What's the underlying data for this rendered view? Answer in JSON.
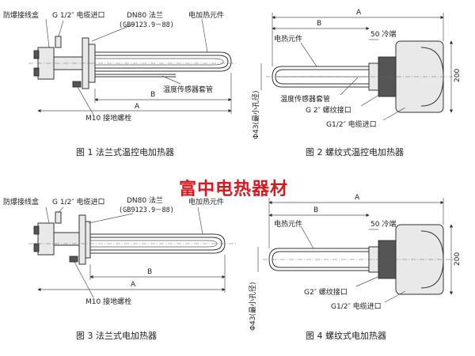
{
  "fig1": {
    "caption": "图 1  法兰式温控电加热器",
    "junction_box": "防爆接线盒",
    "cable_inlet": "G 1/2″ 电缆进口",
    "flange": "DN80 法兰",
    "flange_std": "(GB9123.9－88)",
    "element": "电加热元件",
    "sensor": "温度传感器套管",
    "ground": "M10 接地螺栓",
    "dim_a": "A",
    "dim_b": "B"
  },
  "fig2": {
    "caption": "图 2  螺纹式温控电加热器",
    "element": "电热元件",
    "cold_end": "50 冷端",
    "sensor": "温度传感器套管",
    "thread": "G 2″ 螺纹接口",
    "cable_inlet": "G1/2″ 电缆进口",
    "dim_a": "A",
    "dim_b": "B",
    "dim_200": "200",
    "hole": "Φ43(最小孔径)"
  },
  "fig3": {
    "caption": "图 3  法兰式电加热器",
    "junction_box": "防爆接线盒",
    "cable_inlet": "G 1/2″ 电缆进口",
    "flange": "DN80 法兰",
    "flange_std": "(GB9123.9－88)",
    "element": "电加热元件",
    "ground": "M10 接地螺栓",
    "dim_a": "A",
    "dim_b": "B"
  },
  "fig4": {
    "caption": "图 4  螺纹式电加热器",
    "element": "电热元件",
    "cold_end": "50 冷端",
    "thread": "G2″ 螺纹接口",
    "cable_inlet": "G1/2″ 电缆进口",
    "dim_a": "A",
    "dim_b": "B",
    "dim_200": "200",
    "hole": "Φ43(最小孔径)"
  },
  "watermark": "富中电热器材",
  "colors": {
    "watermark": "#d8191f",
    "line": "#333333"
  }
}
